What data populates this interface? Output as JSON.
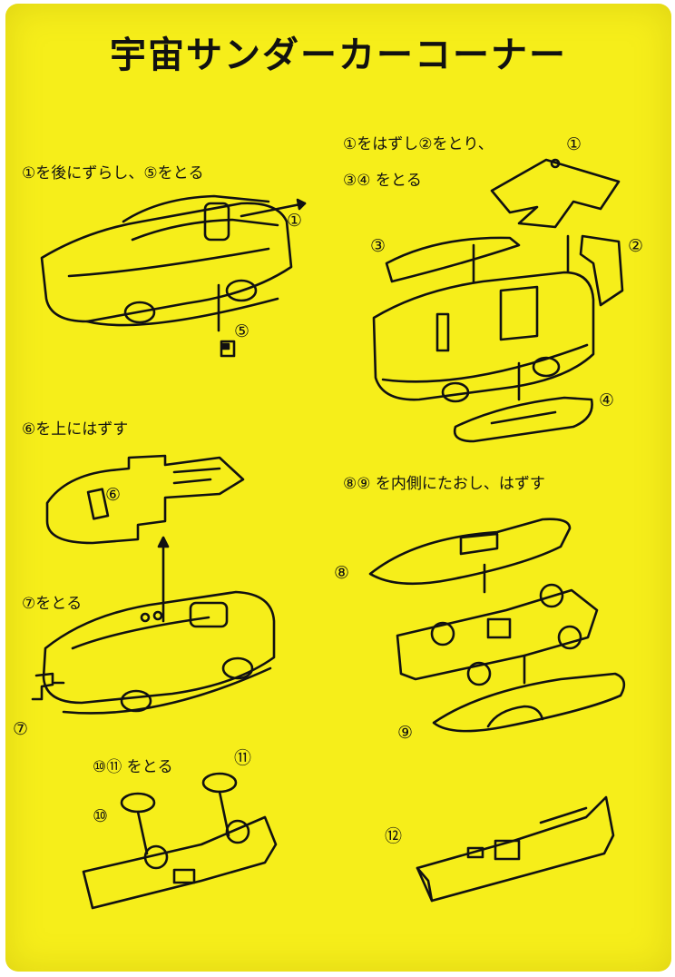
{
  "title": "宇宙サンダーカーコーナー",
  "steps": {
    "s1": "①を後にずらし、⑤をとる",
    "s2a": "①をはずし②をとり、",
    "s2b": "③④ をとる",
    "s3": "⑥を上にはずす",
    "s4": "⑦をとる",
    "s5": "⑧⑨ を内側にたおし、はずす",
    "s6": "⑩⑪ をとる"
  },
  "labels": {
    "n1a": "①",
    "n5": "⑤",
    "n1b": "①",
    "n2": "②",
    "n3": "③",
    "n4": "④",
    "n6": "⑥",
    "n7": "⑦",
    "n8": "⑧",
    "n9": "⑨",
    "n10": "⑩",
    "n11": "⑪",
    "n12": "⑫"
  }
}
